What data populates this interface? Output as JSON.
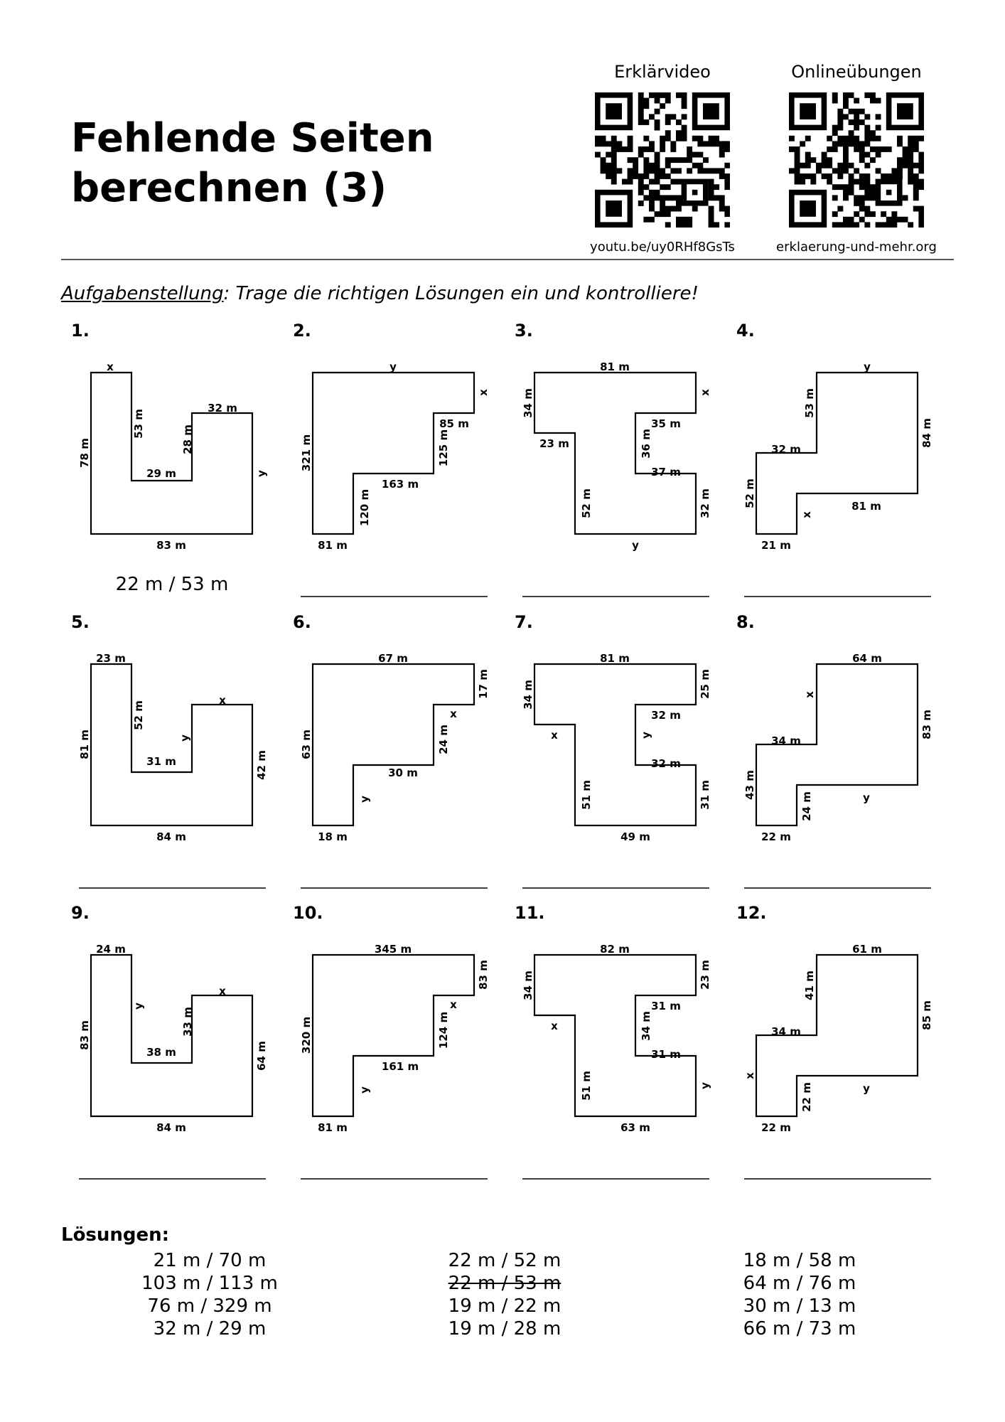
{
  "title_line1": "Fehlende Seiten",
  "title_line2": "berechnen (3)",
  "qr_left": {
    "caption": "Erklärvideo",
    "url": "youtu.be/uy0RHf8GsTs"
  },
  "qr_right": {
    "caption": "Onlineübungen",
    "url": "erklaerung-und-mehr.org"
  },
  "task": {
    "label": "Aufgabenstellung",
    "text": ": Trage die richtigen Lösungen ein und kontrolliere!"
  },
  "example_answer": "22 m / 53 m",
  "figures": [
    {
      "number": "1.",
      "labels": [
        "x",
        "53 m",
        "32 m",
        "28 m",
        "78 m",
        "29 m",
        "y",
        "83 m"
      ]
    },
    {
      "number": "2.",
      "labels": [
        "y",
        "x",
        "85 m",
        "321 m",
        "125 m",
        "163 m",
        "120 m",
        "81 m"
      ]
    },
    {
      "number": "3.",
      "labels": [
        "81 m",
        "x",
        "34 m",
        "35 m",
        "23 m",
        "36 m",
        "37 m",
        "52 m",
        "32 m",
        "y"
      ]
    },
    {
      "number": "4.",
      "labels": [
        "y",
        "53 m",
        "84 m",
        "32 m",
        "52 m",
        "81 m",
        "x",
        "21 m"
      ]
    },
    {
      "number": "5.",
      "labels": [
        "23 m",
        "x",
        "52 m",
        "81 m",
        "y",
        "31 m",
        "42 m",
        "84 m"
      ]
    },
    {
      "number": "6.",
      "labels": [
        "67 m",
        "17 m",
        "x",
        "63 m",
        "24 m",
        "30 m",
        "y",
        "18 m"
      ]
    },
    {
      "number": "7.",
      "labels": [
        "81 m",
        "34 m",
        "25 m",
        "32 m",
        "x",
        "y",
        "32 m",
        "51 m",
        "31 m",
        "49 m"
      ]
    },
    {
      "number": "8.",
      "labels": [
        "64 m",
        "x",
        "34 m",
        "83 m",
        "43 m",
        "24 m",
        "y",
        "22 m"
      ]
    },
    {
      "number": "9.",
      "labels": [
        "24 m",
        "x",
        "y",
        "33 m",
        "83 m",
        "38 m",
        "64 m",
        "84 m"
      ]
    },
    {
      "number": "10.",
      "labels": [
        "345 m",
        "83 m",
        "x",
        "320 m",
        "124 m",
        "161 m",
        "y",
        "81 m"
      ]
    },
    {
      "number": "11.",
      "labels": [
        "82 m",
        "34 m",
        "23 m",
        "31 m",
        "x",
        "34 m",
        "31 m",
        "51 m",
        "y",
        "63 m"
      ]
    },
    {
      "number": "12.",
      "labels": [
        "61 m",
        "41 m",
        "85 m",
        "34 m",
        "x",
        "y",
        "22 m",
        "22 m"
      ]
    }
  ],
  "solutions": {
    "heading": "Lösungen:",
    "col1": [
      "21 m / 70 m",
      "103 m / 113 m",
      "76 m / 329 m",
      "32 m / 29 m"
    ],
    "col2": [
      "22 m / 52 m",
      "22 m / 53 m",
      "19 m / 22 m",
      "19 m / 28 m"
    ],
    "col3": [
      "18 m / 58 m",
      "64 m / 76 m",
      "30 m / 13 m",
      "66 m / 73 m"
    ]
  }
}
